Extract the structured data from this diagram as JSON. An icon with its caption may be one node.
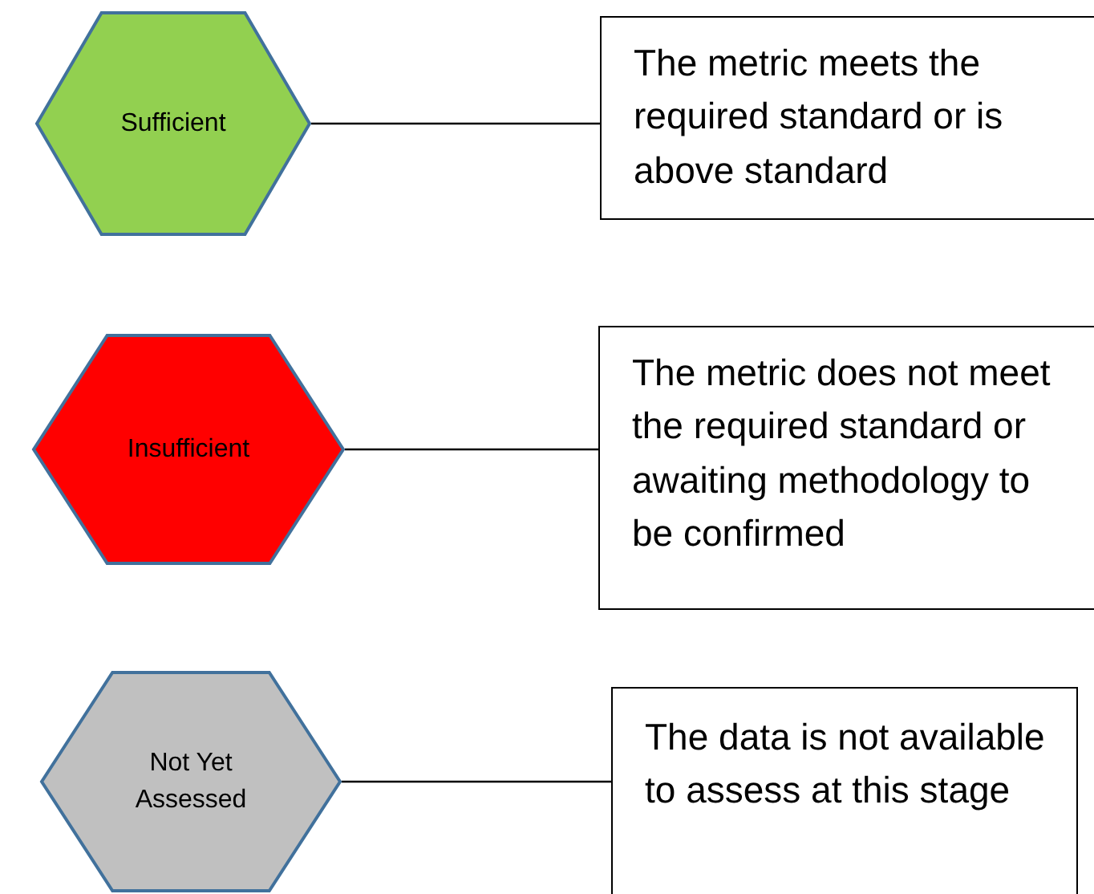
{
  "diagram": {
    "nodes": [
      {
        "text": [
          "Sufficient"
        ]
      },
      {
        "text": [
          "The metric meets the required standard or is above standard"
        ]
      },
      {
        "text": [
          "Insufficient"
        ]
      },
      {
        "text": [
          "The metric does not meet the required standard or awaiting methodology to be confirmed"
        ]
      },
      {
        "text": [
          "Not Yet Assessed"
        ]
      },
      {
        "text": [
          "The data is not available to assess at this stage"
        ]
      }
    ],
    "edges": [
      {
        "from": 0,
        "to": 1,
        "arrow": "none"
      },
      {
        "from": 2,
        "to": 3,
        "arrow": "none"
      },
      {
        "from": 4,
        "to": 5,
        "arrow": "none"
      }
    ]
  }
}
